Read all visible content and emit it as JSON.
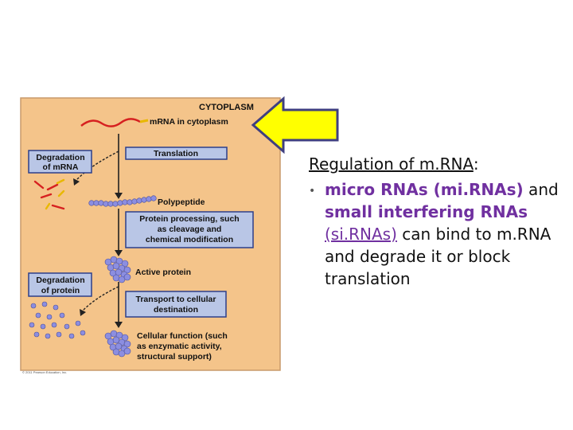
{
  "figure": {
    "compartment_label": "CYTOPLASM",
    "steps": {
      "mrna": "mRNA in cytoplasm",
      "translation": "Translation",
      "polypeptide": "Polypeptide",
      "processing": [
        "Protein processing, such",
        "as cleavage and",
        "chemical modification"
      ],
      "active_protein": "Active protein",
      "transport": [
        "Transport to cellular",
        "destination"
      ],
      "function": [
        "Cellular function (such",
        "as enzymatic activity,",
        "structural support)"
      ]
    },
    "degradation_mrna": [
      "Degradation",
      "of mRNA"
    ],
    "degradation_protein": [
      "Degradation",
      "of protein"
    ],
    "credit": "© 2011 Pearson Education, Inc."
  },
  "slide": {
    "heading": "Regulation of m.RNA",
    "heading_colon": ":",
    "bullet_mark": "•",
    "bullet_parts": {
      "p1": "micro RNAs (mi.RNAs)",
      "p2": " and ",
      "p3": "small interfering RNAs",
      "p4": "(si.RNAs)",
      "p5": " can bind to m.RNA and degrade it or block translation"
    }
  },
  "colors": {
    "panel": "#f4c48a",
    "panel_border": "#c89a6a",
    "box_fill": "#b9c6e6",
    "box_border": "#2d3f8a",
    "mrna": "#d62020",
    "arrow_fill": "#ffff00",
    "arrow_stroke": "#3f3f7f",
    "accent_purple": "#7030a0"
  }
}
